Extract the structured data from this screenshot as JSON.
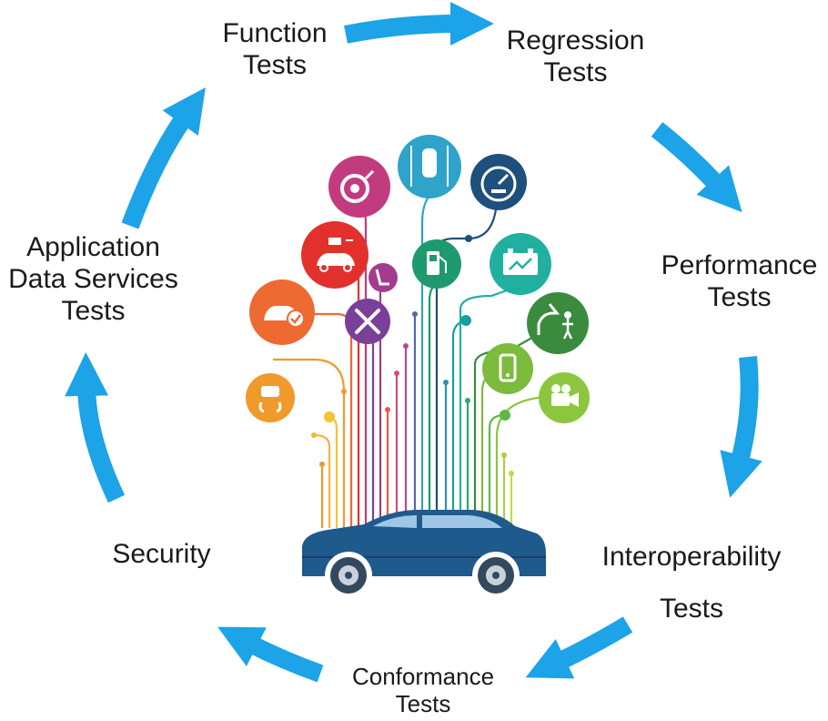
{
  "cycle_labels": {
    "function": [
      "Function",
      "Tests"
    ],
    "regression": [
      "Regression",
      "Tests"
    ],
    "performance": [
      "Performance",
      "Tests"
    ],
    "interoperability": [
      "Interoperability",
      "Tests"
    ],
    "conformance": [
      "Conformance",
      "Tests"
    ],
    "security": [
      "Security"
    ],
    "application_data": [
      "Application",
      "Data Services",
      "Tests"
    ]
  },
  "colors": {
    "arrow": "#1ca3e8",
    "car_body": "#1f5a8c",
    "car_dark": "#16406a",
    "text": "#1a1a1a"
  },
  "icons": [
    {
      "name": "tire-gauge-icon",
      "color": "#c33b7f"
    },
    {
      "name": "car-lane-icon",
      "color": "#2fa3c9"
    },
    {
      "name": "speedometer-icon",
      "color": "#1f4f7c"
    },
    {
      "name": "electric-car-charging-icon",
      "color": "#e2312c"
    },
    {
      "name": "car-seat-icon",
      "color": "#a43c8e"
    },
    {
      "name": "fuel-pump-icon",
      "color": "#1e9a6e"
    },
    {
      "name": "battery-icon",
      "color": "#21b0a0"
    },
    {
      "name": "car-check-icon",
      "color": "#ee6a33"
    },
    {
      "name": "repair-tools-icon",
      "color": "#7a3f98"
    },
    {
      "name": "mechanic-car-icon",
      "color": "#3a8b3e"
    },
    {
      "name": "phone-icon",
      "color": "#7cbb3c"
    },
    {
      "name": "steering-skid-icon",
      "color": "#f09a2c"
    },
    {
      "name": "video-camera-icon",
      "color": "#8cc63e"
    }
  ]
}
